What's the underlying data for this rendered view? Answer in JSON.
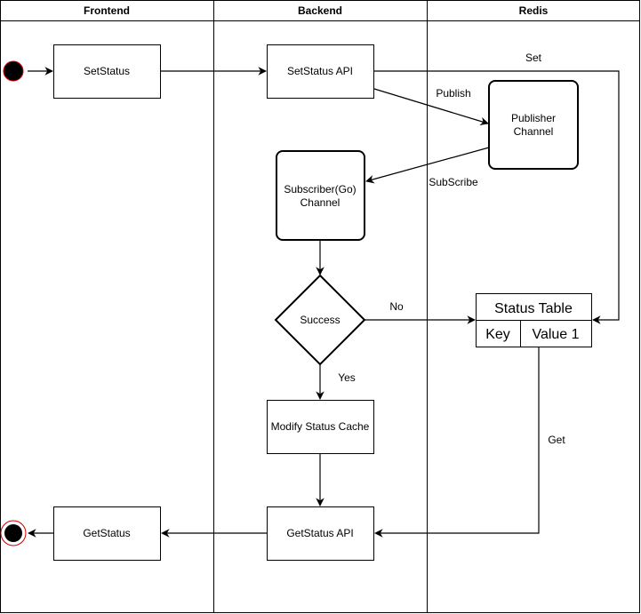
{
  "lanes": [
    {
      "title": "Frontend"
    },
    {
      "title": "Backend"
    },
    {
      "title": "Redis"
    }
  ],
  "nodes": {
    "set_status": "SetStatus",
    "set_status_api": "SetStatus API",
    "publisher_channel": [
      "Publisher",
      "Channel"
    ],
    "subscriber_channel": [
      "Subscriber(Go)",
      "Channel"
    ],
    "success": "Success",
    "modify_status_cache": "Modify Status Cache",
    "get_status_api": "GetStatus API",
    "get_status": "GetStatus",
    "status_table": {
      "title": "Status Table",
      "columns": [
        "Key",
        "Value 1"
      ]
    }
  },
  "edges": {
    "set": "Set",
    "publish": "Publish",
    "subscribe": "SubScribe",
    "no": "No",
    "yes": "Yes",
    "get": "Get"
  },
  "colors": {
    "line": "#000000",
    "start_end_ring": "#cc0000",
    "node_fill": "#ffffff"
  }
}
